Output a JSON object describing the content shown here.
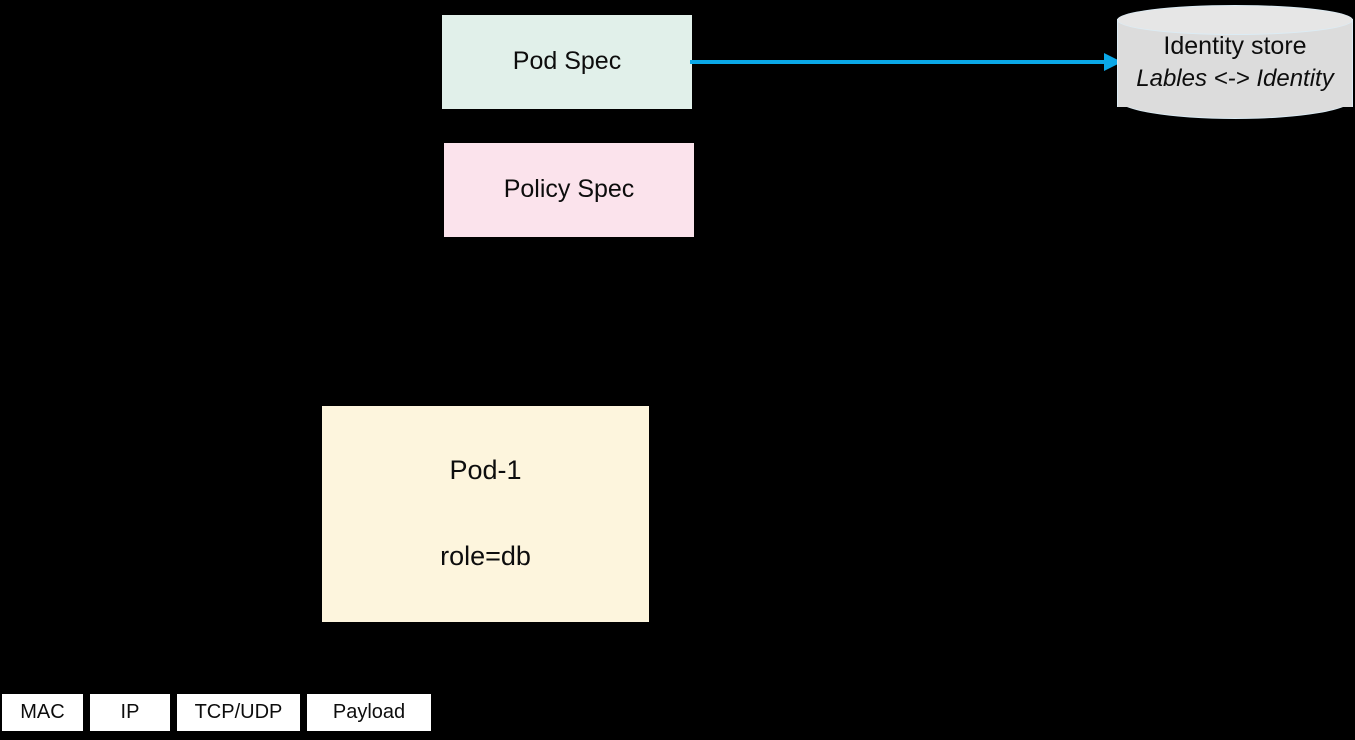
{
  "diagram": {
    "background_color": "#000000",
    "nodes": {
      "pod_spec": {
        "label": "Pod Spec",
        "fill_color": "#e1f0ea"
      },
      "policy_spec": {
        "label": "Policy Spec",
        "fill_color": "#fbe3ec"
      },
      "pod_1": {
        "title": "Pod-1",
        "labels": "role=db",
        "fill_color": "#fdf5dd"
      },
      "identity_store": {
        "title": "Identity store",
        "subtitle": "Lables <-> Identity",
        "fill_color": "#dcdcdc",
        "stroke_color": "#dcecf5"
      }
    },
    "connector": {
      "from": "pod_spec",
      "to": "identity_store",
      "color": "#0aa8e8",
      "arrowhead": "right"
    },
    "packet": {
      "cells": [
        {
          "label": "MAC"
        },
        {
          "label": "IP"
        },
        {
          "label": "TCP/UDP"
        },
        {
          "label": "Payload"
        }
      ],
      "fill_color": "#ffffff",
      "border_color": "#000000"
    }
  }
}
